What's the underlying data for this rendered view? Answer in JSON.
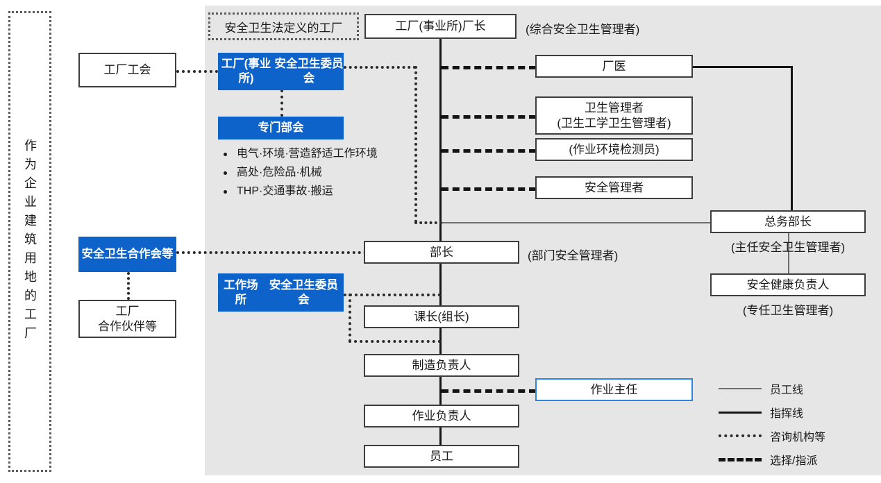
{
  "diagram": {
    "title_vertical": "作为企业建筑用地的工厂",
    "panel_label": "安全卫生法定义的工厂"
  },
  "left_column": {
    "factory_union": "工厂工会",
    "safety_cooperation": "安全卫生\n合作会等",
    "factory_partners": "工厂\n合作伙伴等"
  },
  "committees": {
    "plant_committee": "工厂(事业所)\n安全卫生委员会",
    "special_committee": "专门部会",
    "workplace_committee": "工作场所\n安全卫生委员会",
    "bullets": [
      "电气·环境·营造舒适工作环境",
      "高处·危险品·机械",
      "THP·交通事故·搬运"
    ]
  },
  "hierarchy": [
    {
      "title": "工厂(事业所)厂长",
      "note": "(综合安全卫生管理者)"
    },
    {
      "title": "部长",
      "note": "(部门安全管理者)"
    },
    {
      "title": "课长(组长)",
      "note": ""
    },
    {
      "title": "制造负责人",
      "note": ""
    },
    {
      "title": "作业负责人",
      "note": ""
    },
    {
      "title": "员工",
      "note": ""
    }
  ],
  "staff_roles": {
    "plant_doctor": "厂医",
    "health_manager": "卫生管理者\n(卫生工学卫生管理者)",
    "env_inspector": "(作业环境检测员)",
    "safety_manager": "安全管理者",
    "operation_chief": "作业主任"
  },
  "admin_branch": {
    "general_affairs_director": "总务部长",
    "general_affairs_note": "(主任安全卫生管理者)",
    "safety_health_officer": "安全健康负责人",
    "safety_health_note": "(专任卫生管理者)"
  },
  "legend": [
    {
      "style": "solid-thin",
      "label": "员工线"
    },
    {
      "style": "solid-thick",
      "label": "指挥线"
    },
    {
      "style": "dotted",
      "label": "咨询机构等"
    },
    {
      "style": "dashed",
      "label": "选择/指派"
    }
  ],
  "colors": {
    "accent_blue": "#0d63ca",
    "panel_gray": "#e6e6e6",
    "line_black": "#141414",
    "line_gray": "#6e6e6e",
    "blue_border": "#2f84e0"
  }
}
